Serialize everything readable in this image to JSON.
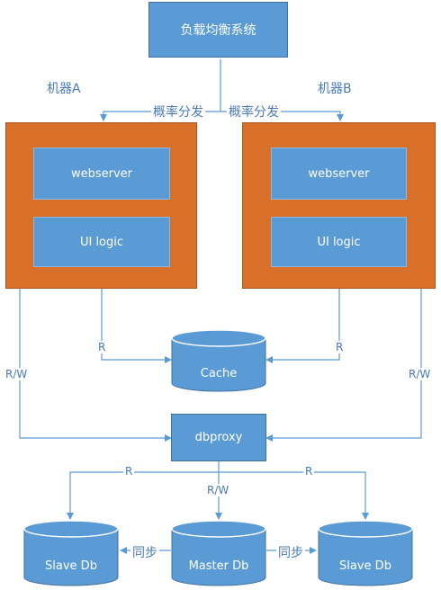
{
  "diagram": {
    "lb_system": "负载均衡系统",
    "machine_a_label": "机器A",
    "machine_b_label": "机器B",
    "prob_dist_left": "概率分发",
    "prob_dist_right": "概率分发",
    "webserver_a": "webserver",
    "uilogic_a": "UI logic",
    "webserver_b": "webserver",
    "uilogic_b": "UI logic",
    "cache": "Cache",
    "dbproxy": "dbproxy",
    "slave_db_left": "Slave Db",
    "master_db": "Master Db",
    "slave_db_right": "Slave Db",
    "edge_r_left_cache": "R",
    "edge_r_right_cache": "R",
    "edge_rw_left": "R/W",
    "edge_rw_right": "R/W",
    "edge_r_slave_left": "R",
    "edge_r_slave_right": "R",
    "edge_rw_master": "R/W",
    "sync_left": "同步",
    "sync_right": "同步"
  },
  "colors": {
    "box_fill": "#5b9bd5",
    "server_fill": "#d9702a",
    "line": "#5b9bd5",
    "label_text": "#4a7ab8"
  }
}
